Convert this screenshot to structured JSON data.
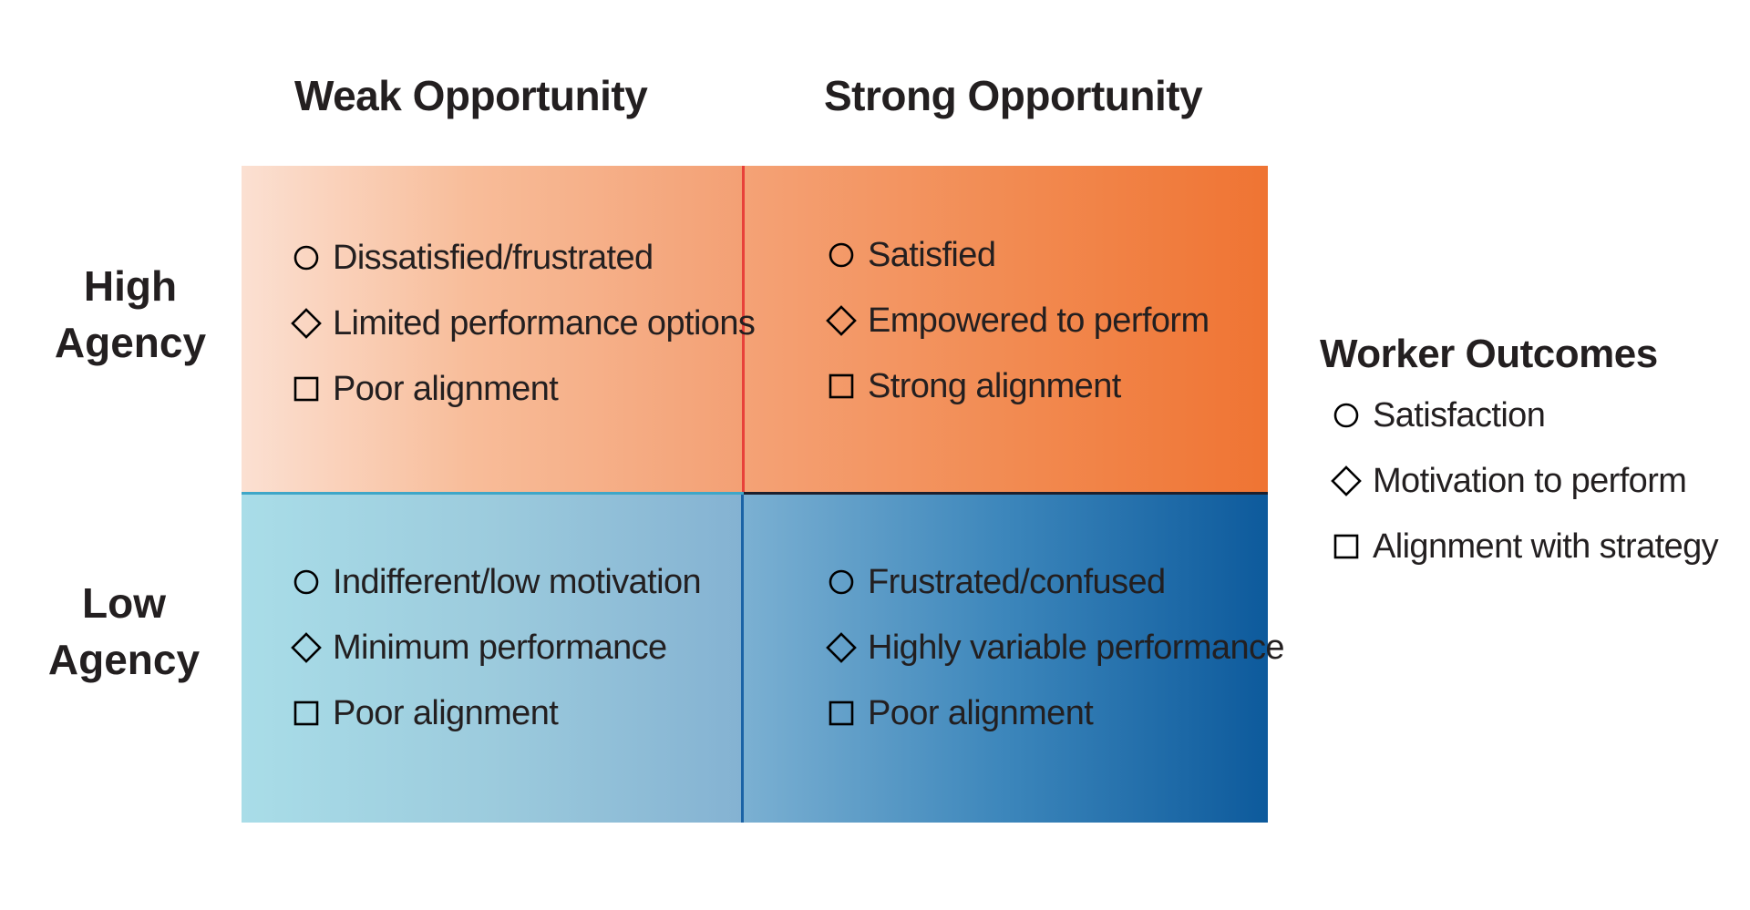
{
  "columns": {
    "weak": "Weak Opportunity",
    "strong": "Strong Opportunity"
  },
  "rows": {
    "high": [
      "High",
      "Agency"
    ],
    "low": [
      "Low",
      "Agency"
    ]
  },
  "quadrants": {
    "high_weak": {
      "color_from": "#fbe0d2",
      "color_to": "#f3a074",
      "items": [
        {
          "marker": "circle",
          "text": "Dissatisfied/frustrated"
        },
        {
          "marker": "diamond",
          "text": "Limited performance options"
        },
        {
          "marker": "square",
          "text": "Poor alignment"
        }
      ]
    },
    "high_strong": {
      "color_from": "#f4a276",
      "color_to": "#ef7433",
      "items": [
        {
          "marker": "circle",
          "text": "Satisfied"
        },
        {
          "marker": "diamond",
          "text": "Empowered to perform"
        },
        {
          "marker": "square",
          "text": "Strong alignment"
        }
      ]
    },
    "low_weak": {
      "color_from": "#a9dde8",
      "color_to": "#84b2d2",
      "items": [
        {
          "marker": "circle",
          "text": "Indifferent/low motivation"
        },
        {
          "marker": "diamond",
          "text": "Minimum performance"
        },
        {
          "marker": "square",
          "text": "Poor alignment"
        }
      ]
    },
    "low_strong": {
      "color_from": "#7bb0d2",
      "color_to": "#0d5a9c",
      "items": [
        {
          "marker": "circle",
          "text": "Frustrated/confused"
        },
        {
          "marker": "diamond",
          "text": "Highly variable performance"
        },
        {
          "marker": "square",
          "text": "Poor alignment"
        }
      ]
    }
  },
  "legend": {
    "title": "Worker Outcomes",
    "items": [
      {
        "marker": "circle",
        "text": "Satisfaction"
      },
      {
        "marker": "diamond",
        "text": "Motivation to perform"
      },
      {
        "marker": "square",
        "text": "Alignment with strategy"
      }
    ]
  }
}
